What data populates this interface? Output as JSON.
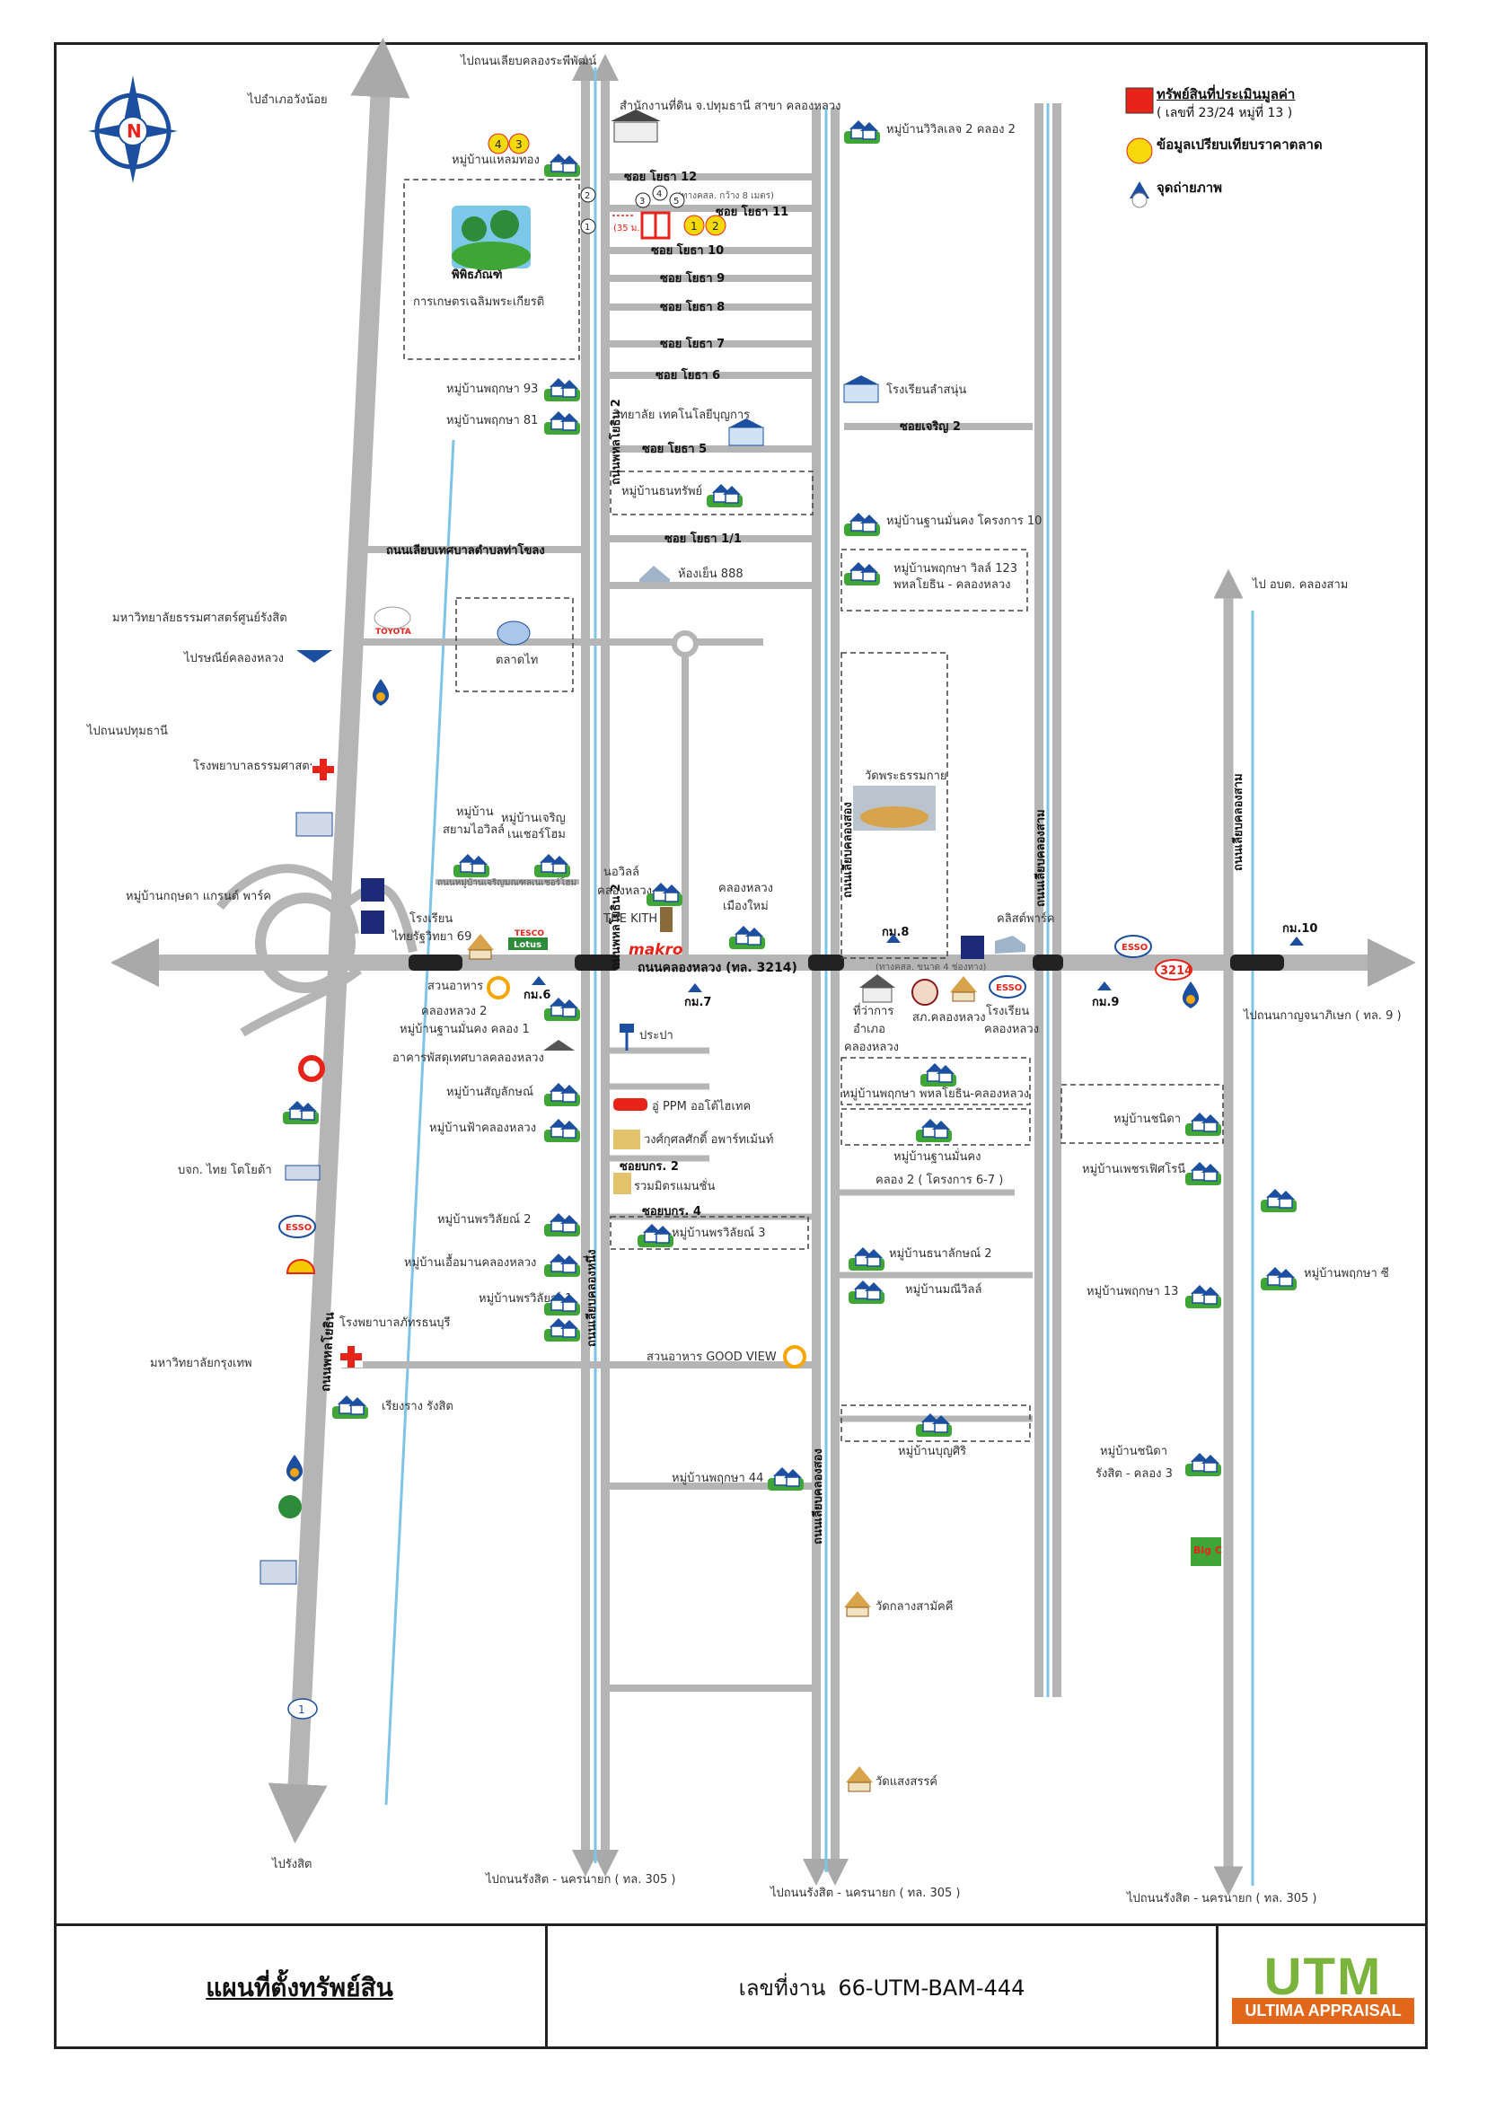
{
  "legend": {
    "subject_label": "ทรัพย์สินที่ประเมินมูลค่า",
    "subject_sub": "( เลขที่ 23/24 หมู่ที่ 13 )",
    "comparable_label": "ข้อมูลเปรียบเทียบราคาตลาด",
    "photo_label": "จุดถ่ายภาพ",
    "subject_color": "#e8231a",
    "comparable_color": "#f5d90a"
  },
  "footer": {
    "title": "แผนที่ตั้งทรัพย์สิน",
    "job_label": "เลขที่งาน",
    "job_no": "66-UTM-BAM-444",
    "logo_main": "UTM",
    "logo_sub": "ULTIMA APPRAISAL"
  },
  "directions": {
    "top_center": "ไปถนนเลียบคลองระพีพัฒน์",
    "top_left": "ไปอำเภอวังน้อย",
    "left_mid": "ไปถนนปทุมธานี",
    "right_mid": "ไป อบต. คลองสาม",
    "right_east": "ไปถนนกาญจนาภิเษก ( ทล. 9 )",
    "bottom_left": "ไปรังสิต",
    "bottom_1": "ไปถนนรังสิต - นครนายก ( ทล. 305 )",
    "bottom_2": "ไปถนนรังสิต - นครนายก ( ทล. 305 )",
    "bottom_3": "ไปถนนรังสิต - นครนายก ( ทล. 305 )"
  },
  "roads": {
    "phahonyothin": "ถนนพหลโยธิน",
    "khlong_luang": "ถนนคลองหลวง (ทล. 3214)",
    "khlong_luang_right": "3214",
    "route1": "1",
    "soi12": "ซอย โยธา 12",
    "soi11": "ซอย โยธา 11",
    "soi10": "ซอย โยธา 10",
    "soi9": "ซอย โยธา 9",
    "soi8": "ซอย โยธา 8",
    "soi7": "ซอย โยธา 7",
    "soi6": "ซอย โยธา 6",
    "soi5": "ซอย โยธา 5",
    "soi1": "ซอย โยธา 1/1",
    "soi_nern2": "ซอยเจริญ 2",
    "liap_tessaban": "ถนนเลียบเทศบาลตำบลท่าโขลง",
    "yothin_soi2": "ถนนพหลโยธิน 2",
    "khlong_nueng": "ถนนเลียบคลองหนึ่ง",
    "khlong_song": "ถนนเลียบคลองสอง",
    "khlong_sam": "ถนนเลียบคลองสาม",
    "km6": "กม.6",
    "km7": "กม.7",
    "km8": "กม.8",
    "km9": "กม.9",
    "km10": "กม.10",
    "soi_kor2": "ซอยบกร. 2",
    "soi_kor4": "ซอยบกร. 4",
    "canal_note": "(ทางคสล. กว้าง 8 เมตร)",
    "canal_note2": "(ทางคสล. ขนาด 4 ช่องทาง)"
  },
  "places": {
    "land_office": "สำนักงานที่ดิน จ.ปทุมธานี สาขา คลองหลวง",
    "museum_1": "พิพิธภัณฑ์",
    "museum_2": "การเกษตรเฉลิมพระเกียรติ",
    "v_laemthong": "หมู่บ้านแหลมทอง",
    "v_viset2": "หมู่บ้านวิวิลเลจ 2 คลอง 2",
    "v_pruksa93": "หมู่บ้านพฤกษา 93",
    "v_pruksa81": "หมู่บ้านพฤกษา 81",
    "tech_college": "วิทยาลัย เทคโนโลยีบุญการ",
    "school_tree": "โรงเรียนลำสนุ่น",
    "v_thanasap": "หมู่บ้านธนทรัพย์",
    "v_fahmai": "หมู่บ้านฐานมั่นคง โครงการ 10",
    "v_pruksa123a": "หมู่บ้านพฤกษา วิลล์ 123",
    "v_pruksa123b": "พหลโยธิน - คลองหลวง",
    "shop888": "ห้องเย็น 888",
    "uni_thammasat": "มหาวิทยาลัยธรรมศาสตร์ศูนย์รังสิต",
    "post_office": "ไปรษณีย์คลองหลวง",
    "toyota": "TOYOTA",
    "market": "ตลาดไท",
    "hospital_tu": "โรงพยาบาลธรรมศาสตร์",
    "temple_dhamma": "วัดพระธรรมกาย",
    "v_siam": "หมู่บ้าน",
    "v_siam2": "สยามไอวิลล์",
    "v_charoen": "หมู่บ้านเจริญ",
    "v_charoen2": "เนเชอร์โฮม",
    "v_charoen_road": "ถนนหมู่บ้านเจริญมณฑลเนเชอร์โฮม",
    "v_krisada": "หมู่บ้านกฤษดา แกรนด์ พาร์ค",
    "v_ravivilla": "นอวิลล์",
    "v_ravivilla2": "คลองหลวง",
    "v_khlongluang_new": "คลองหลวง",
    "v_khlongluang_new2": "เมืองใหม่",
    "the_kith": "THE KITH",
    "makro": "makro",
    "school_69_1": "โรงเรียน",
    "school_69_2": "ไทยรัฐวิทยา 69",
    "tesco": "TESCO",
    "lotus": "Lotus",
    "restaurant": "สวนอาหาร",
    "v_khlong2": "คลองหลวง 2",
    "v_fahmai_k1": "หมู่บ้านฐานมั่นคง คลอง 1",
    "waterworks": "ประปา",
    "kwang_khlong": "ที่ว่าการ",
    "kwang_khlong2": "อำเภอ",
    "kwang_khlong3": "คลองหลวง",
    "police": "สภ.คลองหลวง",
    "school_kl": "โรงเรียน",
    "school_kl2": "คลองหลวง",
    "esso": "ESSO",
    "klet_park": "คลิสต์พาร์ค",
    "bldg_pst": "อาคารพัสดุเทศบาลคลองหลวง",
    "v_sanyalak": "หมู่บ้านสัญลักษณ์",
    "ppm": "อู่ PPM ออโต้ไฮเทค",
    "wongkuset": "วงศ์กุศลศักดิ์ อพาร์ทเม้นท์",
    "v_fah_khlongluang": "หมู่บ้านฟ้าคลองหลวง",
    "v_ruammit": "รวมมิตรแมนชั่น",
    "mkt_toyota": "บจก. ไทย โตโยต้า",
    "v_pruksa_kl": "หมู่บ้านพฤกษา พหลโยธิน-คลองหลวง",
    "v_fahmai_67": "หมู่บ้านฐานมั่นคง",
    "v_fahmai_67b": "คลอง 2 ( โครงการ 6-7 )",
    "v_pornwilai2": "หมู่บ้านพรวิลัยณ์ 2",
    "v_pornwilai3": "หมู่บ้านพรวิลัยณ์ 3",
    "v_pornwilai1": "หมู่บ้านพรวิลัยณ์ 1",
    "v_ruamkan": "หมู่บ้านเอื้อมานคลองหลวง",
    "v_thanalak2": "หมู่บ้านธนาลักษณ์ 2",
    "v_manee": "หมู่บ้านมณีวิลล์",
    "v_nika": "หมู่บ้านชนิดา",
    "v_phetfah": "หมู่บ้านเพชรเฟิศโรนี",
    "v_pruksa13": "หมู่บ้านพฤกษา 13",
    "v_pruksa_c": "หมู่บ้านพฤกษา ซี",
    "hospital_pat": "โรงพยาบาลภัทรธนบุรี",
    "uni_krungthep": "มหาวิทยาลัยกรุงเทพ",
    "goodview": "สวนอาหาร GOOD VIEW",
    "riang_rangsit": "เรียงราง รังสิต",
    "v_boonsiri": "หมู่บ้านบุญศิริ",
    "v_pruksa44": "หมู่บ้านพฤกษา 44",
    "v_nanjaran": "หมู่บ้านชนิดา",
    "v_nanjaran2": "รังสิต - คลอง 3",
    "wat_tuayum": "วัดกลางสามัคคี",
    "wat_saeng": "วัดแสงสรรค์",
    "big_c": "Big C"
  },
  "markers": {
    "comp_3": "3",
    "comp_4": "4",
    "comp_1": "1",
    "comp_2": "2",
    "photo_1": "1",
    "photo_2": "2",
    "photo_3": "3",
    "photo_4": "4",
    "photo_5": "5",
    "dist": "(35 ม.)"
  }
}
